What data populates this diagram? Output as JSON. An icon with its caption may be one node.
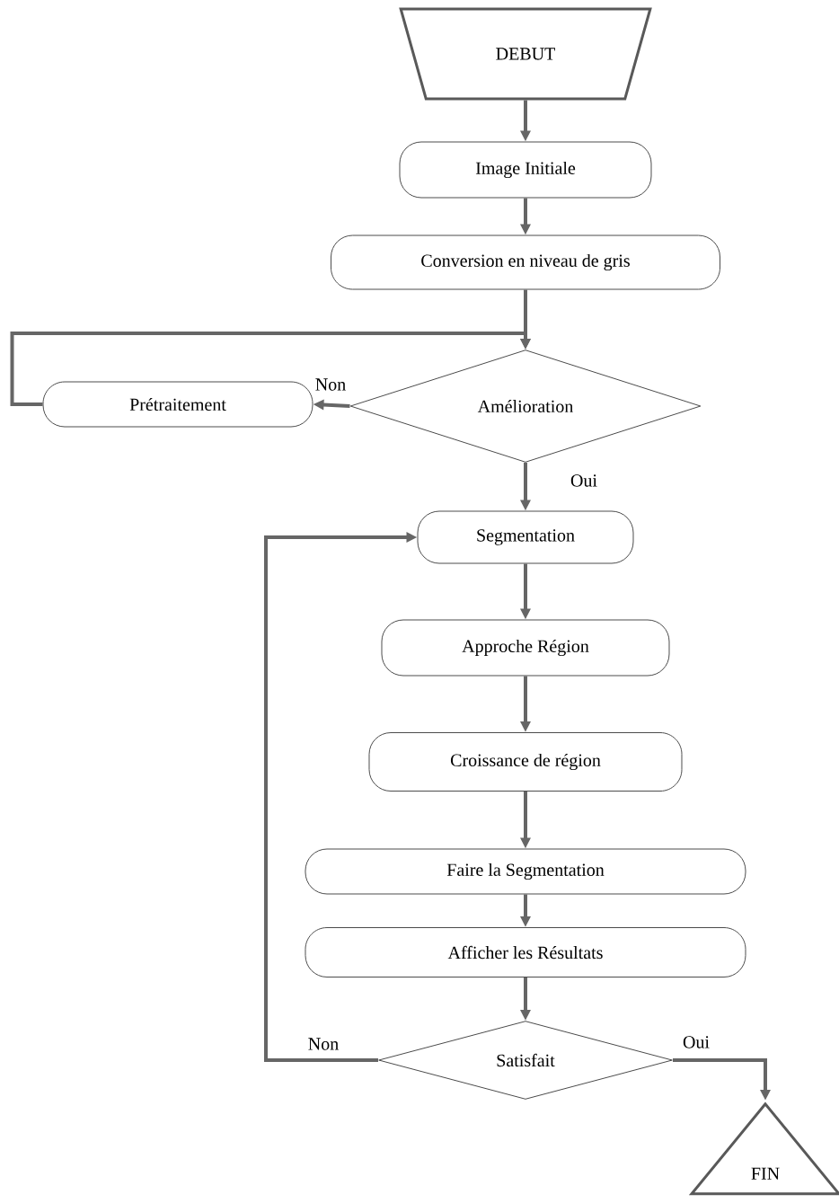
{
  "diagram": {
    "nodes": [
      {
        "text": [
          "DEBUT"
        ]
      },
      {
        "text": [
          "Image Initiale"
        ]
      },
      {
        "text": [
          "Conversion en niveau de gris"
        ]
      },
      {
        "text": [
          "Amélioration"
        ]
      },
      {
        "text": [
          "Prétraitement"
        ]
      },
      {
        "text": [
          "Segmentation"
        ]
      },
      {
        "text": [
          "Approche Région"
        ]
      },
      {
        "text": [
          "Croissance de région"
        ]
      },
      {
        "text": [
          "Faire la Segmentation"
        ]
      },
      {
        "text": [
          "Afficher les Résultats"
        ]
      },
      {
        "text": [
          "Satisfait"
        ]
      },
      {
        "text": [
          "FIN"
        ]
      }
    ],
    "edges": [
      {
        "from": 0,
        "to": 1,
        "arrow": "to"
      },
      {
        "from": 1,
        "to": 2,
        "arrow": "to"
      },
      {
        "from": 2,
        "to": 3,
        "arrow": "to"
      },
      {
        "from": 3,
        "to": 4,
        "arrow": "to",
        "label": "Non"
      },
      {
        "from": 4,
        "to": 3,
        "arrow": "to"
      },
      {
        "from": 3,
        "to": 5,
        "arrow": "to",
        "label": "Oui"
      },
      {
        "from": 5,
        "to": 6,
        "arrow": "to"
      },
      {
        "from": 6,
        "to": 7,
        "arrow": "to"
      },
      {
        "from": 7,
        "to": 8,
        "arrow": "to"
      },
      {
        "from": 8,
        "to": 9,
        "arrow": "to"
      },
      {
        "from": 9,
        "to": 10,
        "arrow": "to"
      },
      {
        "from": 10,
        "to": 5,
        "arrow": "to",
        "label": "Non"
      },
      {
        "from": 10,
        "to": 11,
        "arrow": "to",
        "label": "Oui"
      }
    ]
  }
}
